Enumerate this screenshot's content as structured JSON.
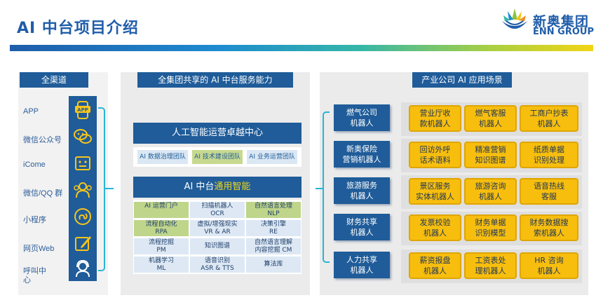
{
  "header": {
    "title": "AI 中台项目介绍"
  },
  "logo": {
    "cn": "新奥集团",
    "en": "ENN GROUP"
  },
  "channels": {
    "heading": "全渠道",
    "items": [
      "APP",
      "微信公众号",
      "iCome",
      "微信/QQ 群",
      "小程序",
      "网页Web",
      "呼叫中心"
    ],
    "icons": [
      "app-icon",
      "wechat-icon",
      "robot-face-icon",
      "group-icon",
      "mini-program-icon",
      "web-edit-icon",
      "call-center-icon"
    ]
  },
  "capabilities": {
    "heading": "全集团共享的 AI 中台服务能力",
    "center": "人工智能运营卓越中心",
    "teams": [
      "AI 数据治理团队",
      "AI 技术建设团队",
      "AI 业务运营团队"
    ],
    "platform_prefix": "AI 中台",
    "platform_suffix": "通用智能",
    "items": [
      [
        "AI 运营门户",
        "扫描机器人",
        "OCR"
      ],
      [
        "自然语言处理",
        "NLP"
      ],
      [
        "流程自动化",
        "RPA"
      ],
      [
        "虚拟/增强现实",
        "VR & AR"
      ],
      [
        "决策引擎",
        "RE"
      ],
      [
        "流程挖掘",
        "PM"
      ],
      [
        "知识图谱"
      ],
      [
        "自然语言理解",
        "内容挖掘 CM"
      ],
      [
        "机器学习",
        "ML"
      ],
      [
        "语音识别",
        "ASR & TTS"
      ],
      [
        "算法库"
      ]
    ]
  },
  "scenarios": {
    "heading": "产业公司 AI 应用场景",
    "rows": [
      {
        "company": [
          "燃气公司",
          "机器人"
        ],
        "apps": [
          [
            "营业厅收",
            "款机器人"
          ],
          [
            "燃气客服",
            "机器人"
          ],
          [
            "工商户抄表",
            "机器人"
          ]
        ]
      },
      {
        "company": [
          "新奥保险",
          "营销机器人"
        ],
        "apps": [
          [
            "回访外呼",
            "话术语料"
          ],
          [
            "精准营销",
            "知识图谱"
          ],
          [
            "纸质单据",
            "识别处理"
          ]
        ]
      },
      {
        "company": [
          "旅游服务",
          "机器人"
        ],
        "apps": [
          [
            "景区服务",
            "实体机器人"
          ],
          [
            "旅游咨询",
            "机器人"
          ],
          [
            "语音热线",
            "客服"
          ]
        ]
      },
      {
        "company": [
          "财务共享",
          "机器人"
        ],
        "apps": [
          [
            "发票校验",
            "机器人"
          ],
          [
            "财务单据",
            "识别模型"
          ],
          [
            "财务数据搜",
            "索机器人"
          ]
        ]
      },
      {
        "company": [
          "人力共享",
          "机器人"
        ],
        "apps": [
          [
            "薪资报盘",
            "机器人"
          ],
          [
            "工资表处",
            "理机器人"
          ],
          [
            "HR 咨询",
            "机器人"
          ]
        ]
      }
    ]
  },
  "colors": {
    "primary": "#1f5c99",
    "accent": "#29b5d6",
    "scene": "#f7be0e",
    "highlight": "#f2d515"
  }
}
